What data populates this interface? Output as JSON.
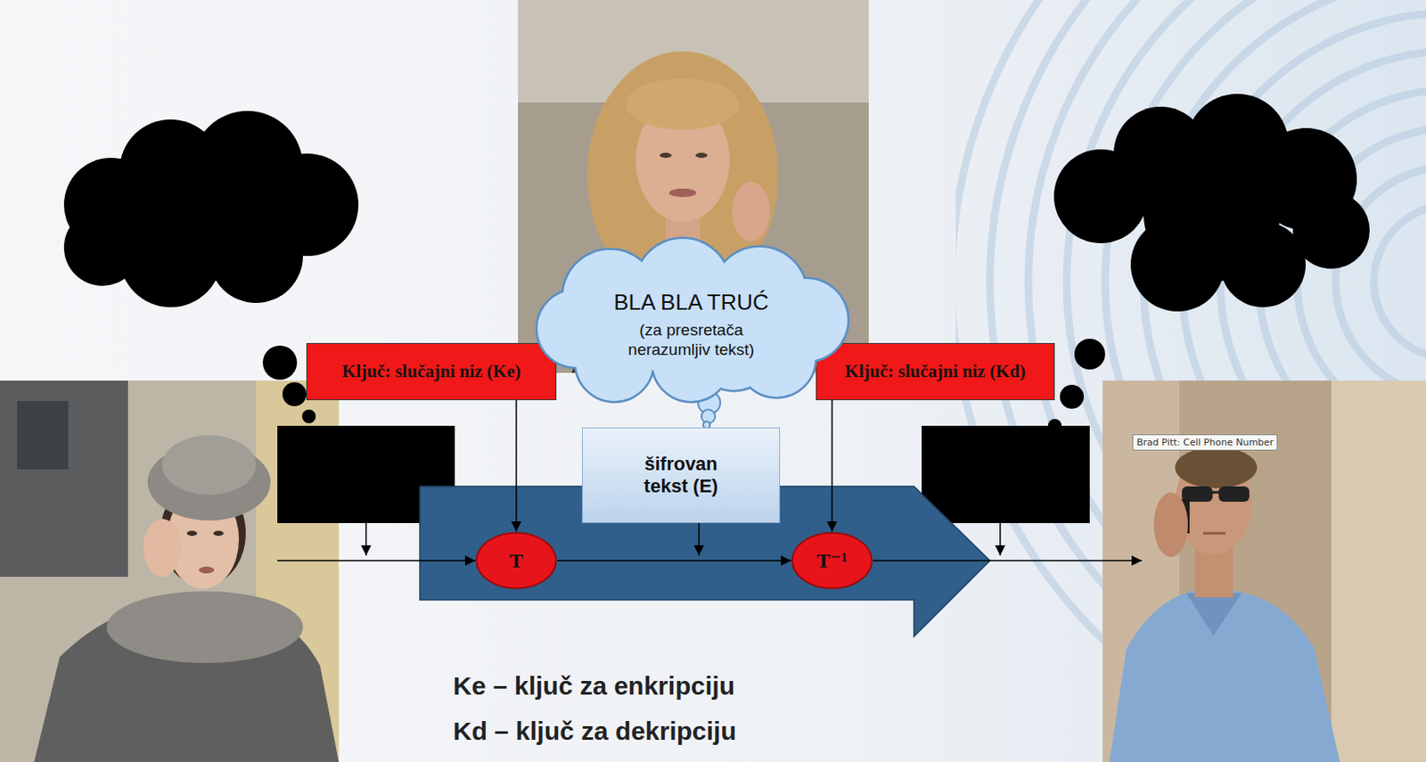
{
  "diagram": {
    "nodes": [
      {
        "text": [
          "BLA BLA TRUĆ",
          "(za presretača nerazumljiv tekst)"
        ]
      },
      {
        "text": [
          "Ključ: slučajni niz (Ke)"
        ]
      },
      {
        "text": [
          "Ključ: slučajni niz (Kd)"
        ]
      },
      {
        "text": [
          "šifrovan tekst (E)"
        ]
      },
      {
        "text": [
          "T"
        ]
      },
      {
        "text": [
          "T⁻¹"
        ]
      }
    ],
    "edges": [
      {
        "from": 1,
        "to": 4,
        "arrow": "to"
      },
      {
        "from": 4,
        "to": 5,
        "arrow": "to"
      },
      {
        "from": 2,
        "to": 5,
        "arrow": "to"
      }
    ],
    "labels": [
      "Ke – ključ za enkripciju",
      "Kd – ključ za dekripciju",
      "Brad Pitt: Cell Phone Number"
    ]
  }
}
